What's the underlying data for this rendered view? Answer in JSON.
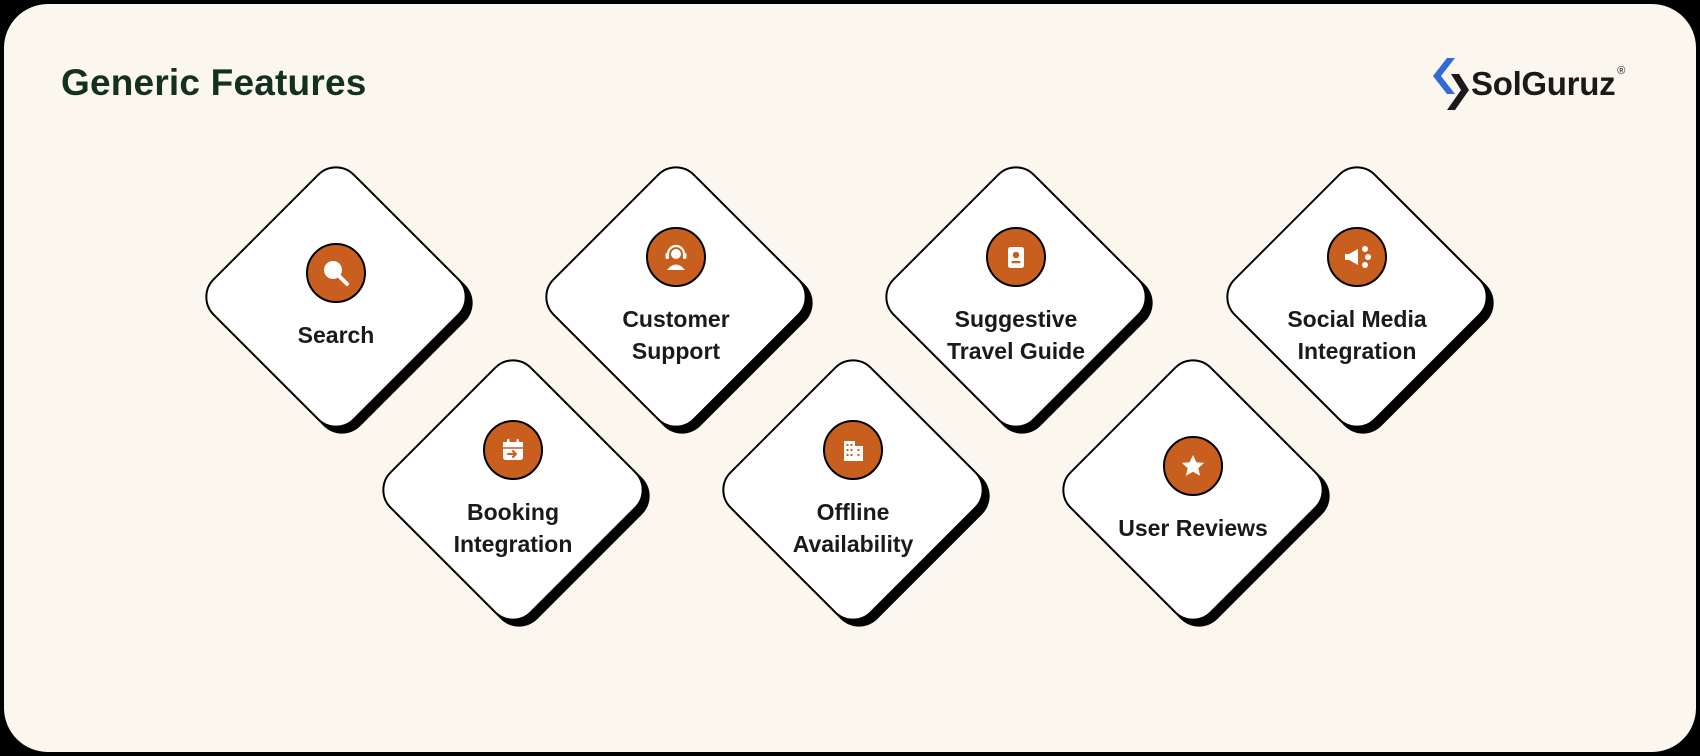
{
  "header": {
    "title": "Generic Features"
  },
  "brand": {
    "name": "SolGuruz",
    "registered_mark": "®",
    "colors": [
      "#2f6bd8",
      "#1a1a1a"
    ]
  },
  "colors": {
    "background": "#fbf7ee",
    "icon_fill": "#c95f1e",
    "tile_fill": "#ffffff",
    "title": "#14301f"
  },
  "features": [
    {
      "label": "Search",
      "icon": "search-icon"
    },
    {
      "label": "Customer\nSupport",
      "icon": "customer-support-icon"
    },
    {
      "label": "Suggestive\nTravel Guide",
      "icon": "passport-icon"
    },
    {
      "label": "Social Media\nIntegration",
      "icon": "megaphone-share-icon"
    },
    {
      "label": "Booking\nIntegration",
      "icon": "calendar-flight-icon"
    },
    {
      "label": "Offline\nAvailability",
      "icon": "building-icon"
    },
    {
      "label": "User Reviews",
      "icon": "star-icon"
    }
  ]
}
